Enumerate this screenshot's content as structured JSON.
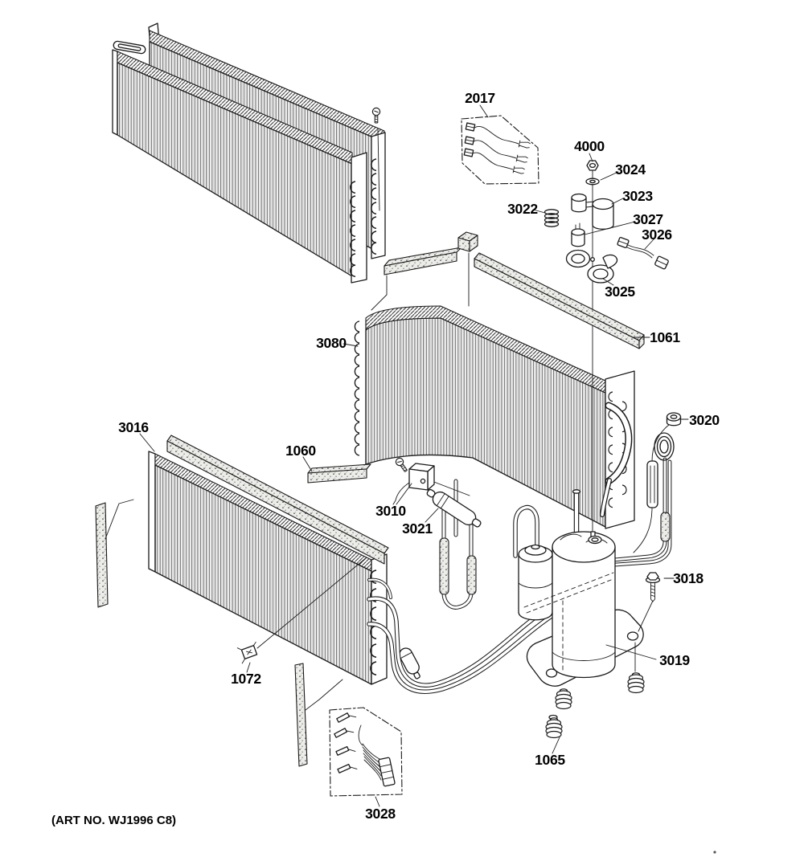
{
  "figure": {
    "art_no": "(ART NO. WJ1996 C8)",
    "colors": {
      "ink": "#1a1a1a",
      "paper": "#ffffff"
    }
  },
  "callouts": {
    "p2017": "2017",
    "p4000": "4000",
    "p3024": "3024",
    "p3023": "3023",
    "p3022": "3022",
    "p3027": "3027",
    "p3026": "3026",
    "p3025": "3025",
    "p1061": "1061",
    "p3080": "3080",
    "p3020": "3020",
    "p3016": "3016",
    "p1060": "1060",
    "p3010": "3010",
    "p3021": "3021",
    "p3018": "3018",
    "p3019": "3019",
    "p1072": "1072",
    "p1065": "1065",
    "p3028": "3028"
  }
}
